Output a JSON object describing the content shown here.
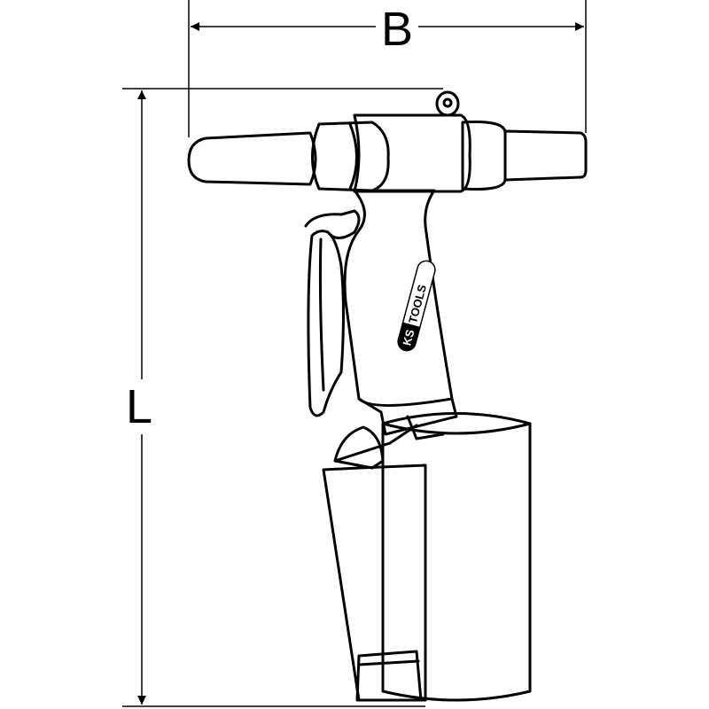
{
  "dimensions": {
    "width_label": "B",
    "length_label": "L"
  },
  "logo": {
    "brand": "KS TOOLS"
  },
  "colors": {
    "line": "#000000",
    "background": "#ffffff"
  }
}
